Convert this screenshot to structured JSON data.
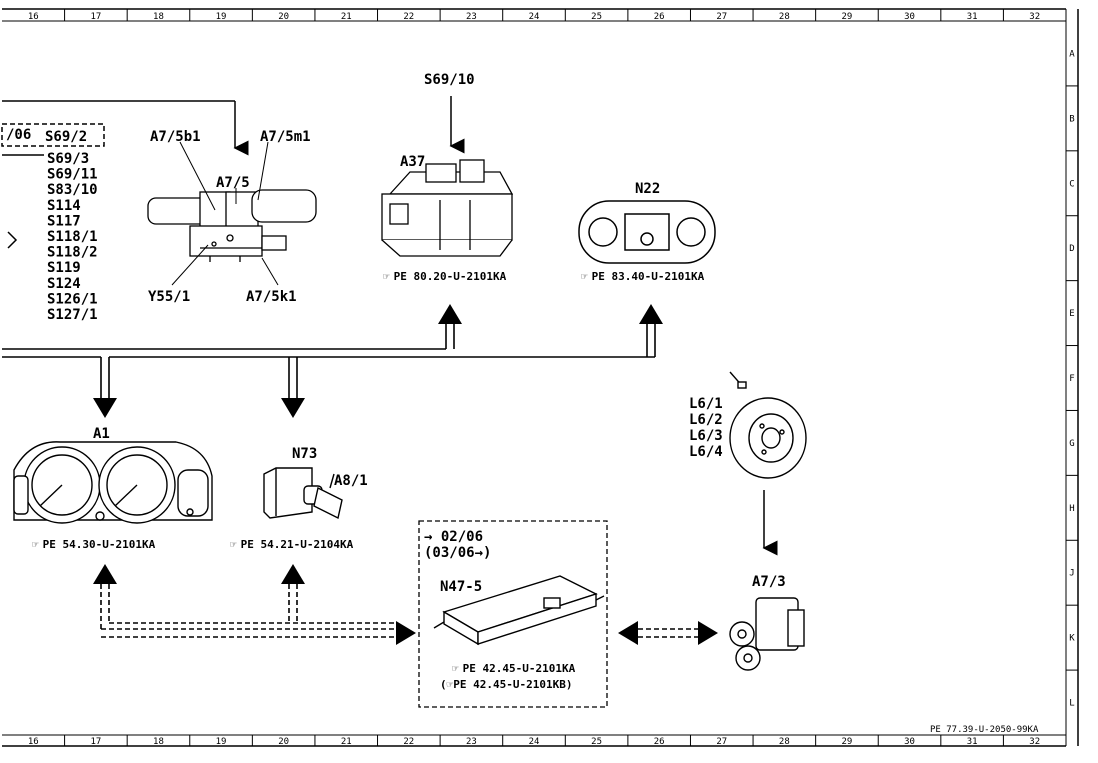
{
  "grid": {
    "columns": [
      "16",
      "17",
      "18",
      "19",
      "20",
      "21",
      "22",
      "23",
      "24",
      "25",
      "26",
      "27",
      "28",
      "29",
      "30",
      "31",
      "32"
    ],
    "rows": [
      "A",
      "B",
      "C",
      "D",
      "E",
      "F",
      "G",
      "H",
      "J",
      "K",
      "L"
    ]
  },
  "drawing_number": "PE 77.39-U-2050-99KA",
  "left_list": {
    "dashed_item": "S69/2",
    "prefix": "/06",
    "items": [
      "S69/3",
      "S69/11",
      "S83/10",
      "S114",
      "S117",
      "S118/1",
      "S118/2",
      "S119",
      "S124",
      "S126/1",
      "S127/1"
    ]
  },
  "components": {
    "switch_group": {
      "main": "A7/5",
      "top_left": "A7/5b1",
      "top_right": "A7/5m1",
      "bottom_left": "Y55/1",
      "bottom_right": "A7/5k1"
    },
    "a37": {
      "label": "A37",
      "input": "S69/10",
      "ref": "PE 80.20-U-2101KA"
    },
    "n22": {
      "label": "N22",
      "ref": "PE 83.40-U-2101KA"
    },
    "a1": {
      "label": "A1",
      "ref": "PE 54.30-U-2101KA"
    },
    "n73": {
      "label": "N73",
      "sub": "A8/1",
      "ref": "PE 54.21-U-2104KA"
    },
    "wheel": {
      "labels": [
        "L6/1",
        "L6/2",
        "L6/3",
        "L6/4"
      ]
    },
    "a7_3": {
      "label": "A7/3"
    },
    "n47": {
      "date1": "→ 02/06",
      "date2": "(03/06→)",
      "label": "N47-5",
      "ref1": "PE 42.45-U-2101KA",
      "ref2": "(☞PE 42.45-U-2101KB)"
    }
  },
  "colors": {
    "ink": "#000000",
    "paper": "#ffffff"
  }
}
